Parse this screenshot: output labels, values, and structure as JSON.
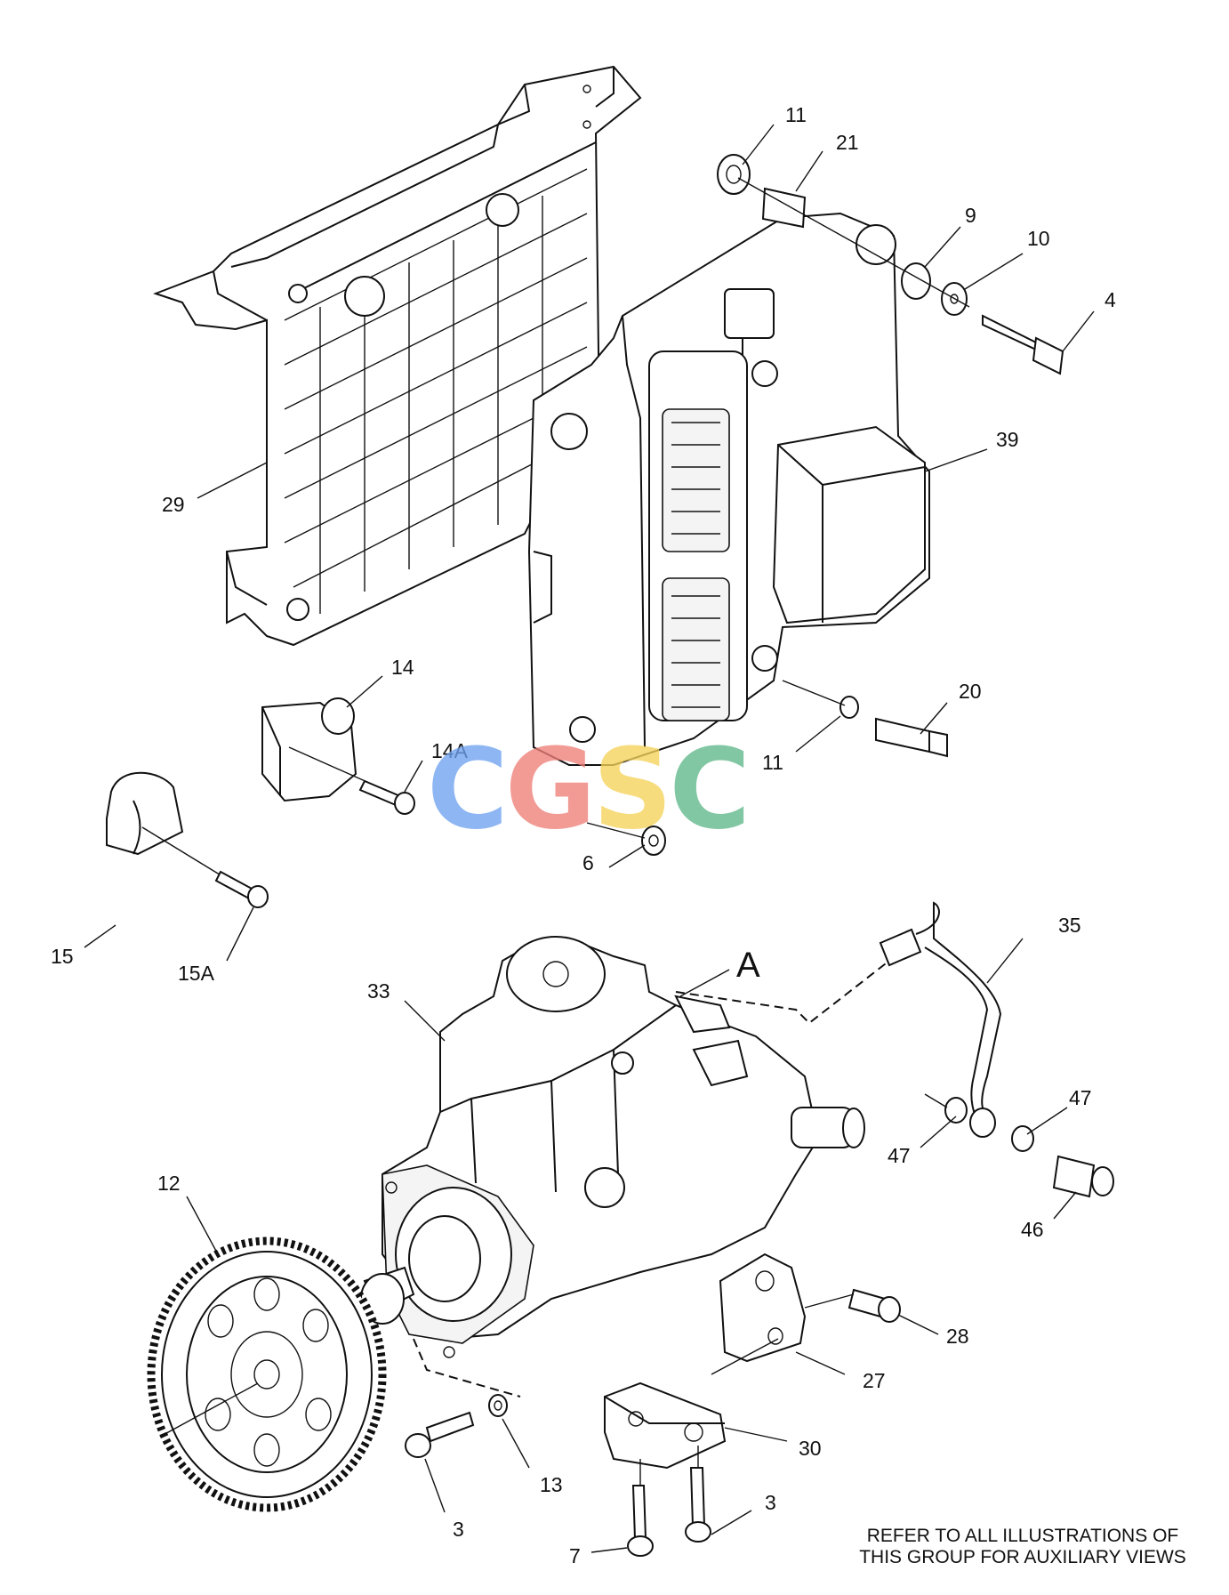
{
  "callouts": {
    "c11a": "11",
    "c21": "21",
    "c9": "9",
    "c10": "10",
    "c4": "4",
    "c39": "39",
    "c29": "29",
    "c14": "14",
    "c14A": "14A",
    "c20": "20",
    "c11b": "11",
    "c6": "6",
    "c15": "15",
    "c15A": "15A",
    "c35": "35",
    "cA": "A",
    "c33": "33",
    "c47a": "47",
    "c47b": "47",
    "c46": "46",
    "c12": "12",
    "c28": "28",
    "c27": "27",
    "c30": "30",
    "c13": "13",
    "c3a": "3",
    "c3b": "3",
    "c7": "7"
  },
  "note": {
    "line1": "REFER TO ALL ILLUSTRATIONS OF",
    "line2": "THIS GROUP FOR AUXILIARY VIEWS"
  },
  "watermark": {
    "letters": [
      "C",
      "G",
      "S",
      "C"
    ],
    "colors": [
      "#6fa2f0",
      "#ef7f78",
      "#f6d35a",
      "#5fb88a"
    ]
  }
}
